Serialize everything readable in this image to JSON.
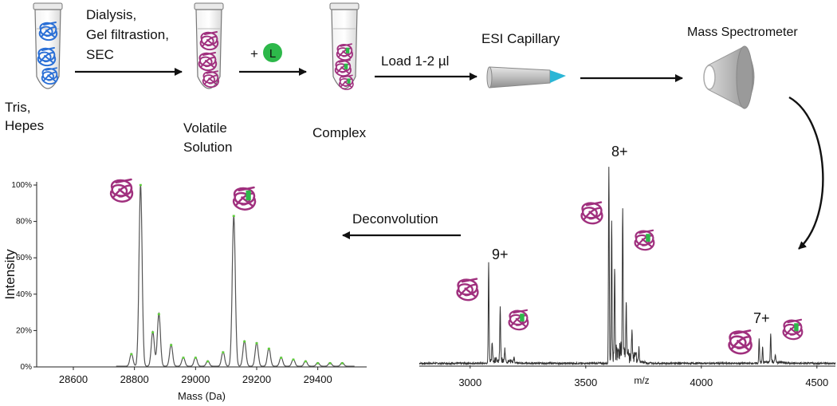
{
  "workflow": {
    "tube1_label": "Tris,",
    "tube1_label2": "Hepes",
    "step1_label_l1": "Dialysis,",
    "step1_label_l2": "Gel filtrastion,",
    "step1_label_l3": "SEC",
    "tube2_label_l1": "Volatile",
    "tube2_label_l2": "Solution",
    "add_ligand_prefix": "+",
    "ligand_symbol": "L",
    "tube3_label": "Complex",
    "load_label": "Load 1-2 µl",
    "capillary_label": "ESI Capillary",
    "ms_label": "Mass Spectrometer",
    "deconvolution_label": "Deconvolution"
  },
  "colors": {
    "free_protein_tube1": "#2a6fd6",
    "protein": "#a0307e",
    "ligand": "#2db84a",
    "capillary_tip": "#2bb6d6",
    "peak_marker": "#5fcf3a"
  },
  "chart_data": [
    {
      "type": "line",
      "xlabel": "Mass (Da)",
      "ylabel": "Intensity",
      "xlim": [
        28480,
        29560
      ],
      "ylim": [
        0,
        100
      ],
      "x_ticks": [
        28600,
        28800,
        29000,
        29200,
        29400
      ],
      "y_ticks": [
        0,
        20,
        40,
        60,
        80,
        100
      ],
      "y_tick_labels": [
        "0%",
        "20%",
        "40%",
        "60%",
        "80%",
        "100%"
      ],
      "grid": false,
      "peaks": [
        {
          "x": 28790,
          "y": 7
        },
        {
          "x": 28820,
          "y": 100
        },
        {
          "x": 28860,
          "y": 19
        },
        {
          "x": 28880,
          "y": 29
        },
        {
          "x": 28920,
          "y": 12
        },
        {
          "x": 28960,
          "y": 5
        },
        {
          "x": 29000,
          "y": 5
        },
        {
          "x": 29040,
          "y": 3
        },
        {
          "x": 29090,
          "y": 8
        },
        {
          "x": 29125,
          "y": 83
        },
        {
          "x": 29160,
          "y": 14
        },
        {
          "x": 29200,
          "y": 13
        },
        {
          "x": 29240,
          "y": 10
        },
        {
          "x": 29280,
          "y": 5
        },
        {
          "x": 29320,
          "y": 4
        },
        {
          "x": 29360,
          "y": 3
        },
        {
          "x": 29400,
          "y": 2
        },
        {
          "x": 29440,
          "y": 2
        },
        {
          "x": 29480,
          "y": 2
        }
      ]
    },
    {
      "type": "line",
      "xlabel": "m/z",
      "ylabel": "",
      "xlim": [
        2780,
        4580
      ],
      "ylim": [
        0,
        100
      ],
      "x_ticks": [
        3000,
        3500,
        4000,
        4500
      ],
      "grid": false,
      "charge_states": [
        "9+",
        "8+",
        "7+"
      ],
      "peaks": [
        {
          "x": 3080,
          "y": 50
        },
        {
          "x": 3095,
          "y": 10
        },
        {
          "x": 3130,
          "y": 26
        },
        {
          "x": 3150,
          "y": 6
        },
        {
          "x": 3190,
          "y": 3
        },
        {
          "x": 3600,
          "y": 98
        },
        {
          "x": 3612,
          "y": 65
        },
        {
          "x": 3625,
          "y": 45
        },
        {
          "x": 3660,
          "y": 75
        },
        {
          "x": 3675,
          "y": 28
        },
        {
          "x": 3700,
          "y": 14
        },
        {
          "x": 3730,
          "y": 6
        },
        {
          "x": 4250,
          "y": 12
        },
        {
          "x": 4265,
          "y": 8
        },
        {
          "x": 4300,
          "y": 14
        },
        {
          "x": 4320,
          "y": 4
        }
      ]
    }
  ]
}
